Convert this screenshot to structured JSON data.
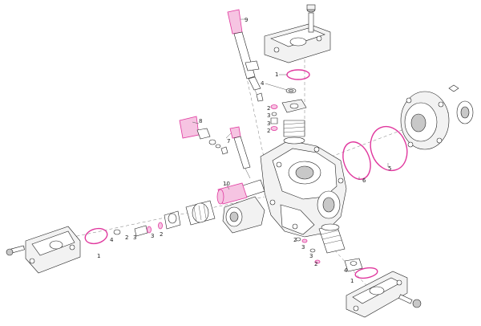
{
  "callouts": {
    "c1": "1",
    "c2": "2",
    "c3": "3",
    "c4": "4",
    "c5": "5",
    "c6": "6",
    "c7": "7",
    "c8": "8",
    "c9": "9",
    "c10": "10"
  },
  "colors": {
    "highlight": "#e0389e",
    "highlight_fill": "#f6c4e2",
    "line": "#222222",
    "background": "#ffffff"
  }
}
